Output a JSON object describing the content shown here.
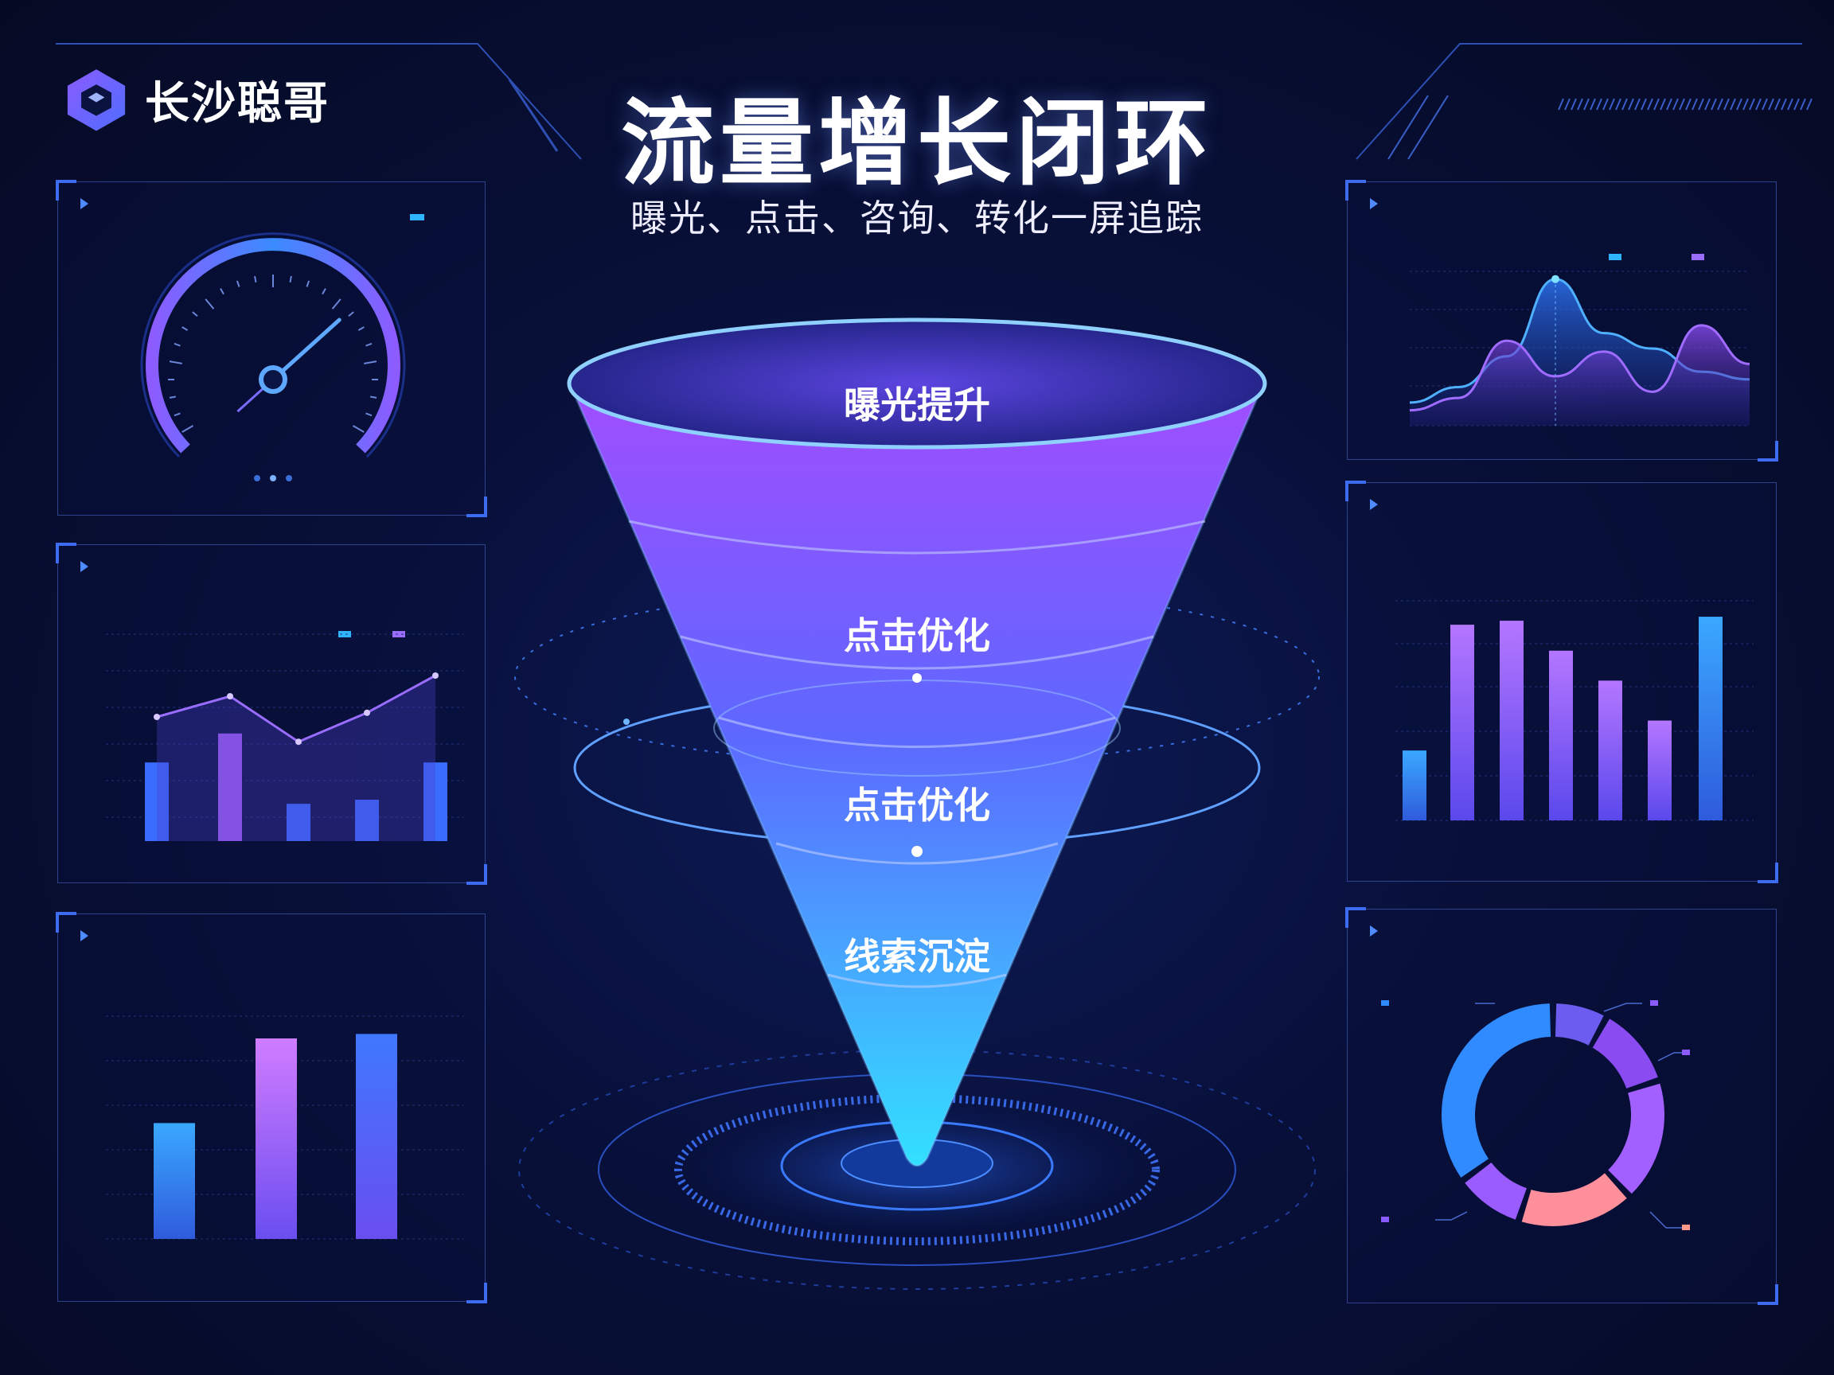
{
  "brand": {
    "name": "长沙聪哥",
    "icon": "cube-logo-icon"
  },
  "header": {
    "title": "流量增长闭环",
    "subtitle": "曝光、点击、咨询、转化一屏追踪"
  },
  "funnel": {
    "stages": [
      {
        "label": "曝光提升"
      },
      {
        "label": "点击优化"
      },
      {
        "label": "点击优化"
      },
      {
        "label": "线索沉淀"
      }
    ],
    "colors": {
      "top": "#9b4dff",
      "mid": "#5b6dff",
      "bottom": "#39d4ff"
    }
  },
  "panels": {
    "gauge": {
      "title": "",
      "legend": "",
      "value_fraction": 0.7,
      "icon": "gauge-icon"
    },
    "combo": {
      "title": "",
      "legend": [
        "",
        ""
      ]
    },
    "bars_left": {
      "title": "",
      "value_labels": [
        "",
        "",
        ""
      ]
    },
    "area": {
      "title": "",
      "legend": [
        "",
        ""
      ]
    },
    "bars_right": {
      "title": "",
      "value_labels": [
        "",
        "",
        "",
        "",
        "",
        "",
        ""
      ]
    },
    "donut": {
      "title": "",
      "segment_labels": [
        "",
        "",
        "",
        "",
        "",
        ""
      ]
    }
  },
  "chart_data": [
    {
      "type": "bar",
      "series": [
        {
          "values": [
            38,
            52,
            18,
            20,
            38
          ]
        },
        {
          "values": [
            60,
            70,
            48,
            62,
            80
          ]
        }
      ],
      "categories": [],
      "ylim": [
        0,
        100
      ]
    },
    {
      "type": "bar",
      "categories": [],
      "values": [
        52,
        90,
        92
      ],
      "ylim": [
        0,
        100
      ]
    },
    {
      "type": "area",
      "series": [
        {
          "values": [
            15,
            25,
            45,
            95,
            60,
            50,
            35,
            30
          ]
        },
        {
          "values": [
            10,
            18,
            55,
            32,
            48,
            22,
            65,
            40
          ]
        }
      ],
      "ylim": [
        0,
        100
      ]
    },
    {
      "type": "bar",
      "categories": [],
      "values": [
        35,
        98,
        100,
        85,
        70,
        50,
        102
      ],
      "ylim": [
        0,
        110
      ]
    },
    {
      "type": "pie",
      "values": [
        35,
        8,
        12,
        18,
        17,
        10
      ],
      "colors": [
        "#2f8bff",
        "#6d5cf0",
        "#8a4cf0",
        "#a160ff",
        "#ff8f9a",
        "#9a5cff"
      ]
    }
  ]
}
